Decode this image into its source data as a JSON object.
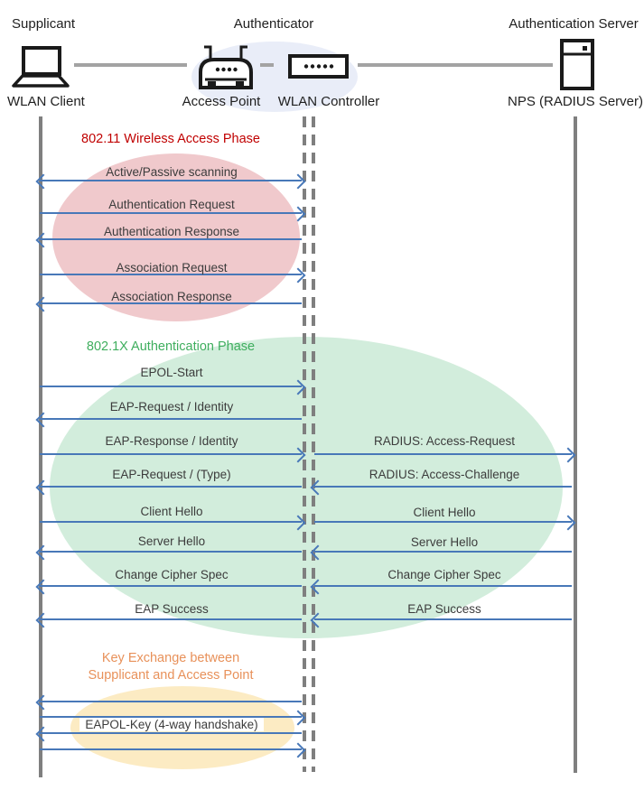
{
  "header": {
    "roles": {
      "supplicant": "Supplicant",
      "authenticator": "Authenticator",
      "auth_server": "Authentication Server"
    },
    "nodes": {
      "wlan_client": "WLAN Client",
      "access_point": "Access Point",
      "wlan_controller": "WLAN Controller",
      "nps": "NPS (RADIUS Server)"
    }
  },
  "phases": {
    "p1": {
      "title": "802.11 Wireless Access Phase"
    },
    "p2": {
      "title": "802.1X Authentication Phase"
    },
    "p3": {
      "title_line1": "Key Exchange between",
      "title_line2": "Supplicant and Access Point"
    }
  },
  "messages": {
    "scanning": "Active/Passive scanning",
    "auth_request": "Authentication Request",
    "auth_response": "Authentication Response",
    "assoc_request": "Association Request",
    "assoc_response": "Association Response",
    "epol_start": "EPOL-Start",
    "eap_request_identity": "EAP-Request / Identity",
    "eap_response_identity": "EAP-Response / Identity",
    "radius_access_request": "RADIUS: Access-Request",
    "eap_request_type": "EAP-Request / (Type)",
    "radius_access_challenge": "RADIUS: Access-Challenge",
    "client_hello": "Client Hello",
    "server_hello": "Server Hello",
    "change_cipher_spec": "Change Cipher Spec",
    "eap_success": "EAP Success",
    "eapol_key": "EAPOL-Key (4-way handshake)"
  },
  "colors": {
    "arrow_blue": "#4878b8",
    "lifeline_gray": "#7f7f7f",
    "connector_gray": "#a3a3a3",
    "phase1_red": "#c00000",
    "phase2_green": "#3fae5e",
    "phase3_orange": "#e8915a",
    "ellipse_pink": "#f0c9cc",
    "ellipse_green": "#d2eddc",
    "ellipse_yellow": "#fcebc3",
    "ellipse_blue": "#e9edf8"
  }
}
